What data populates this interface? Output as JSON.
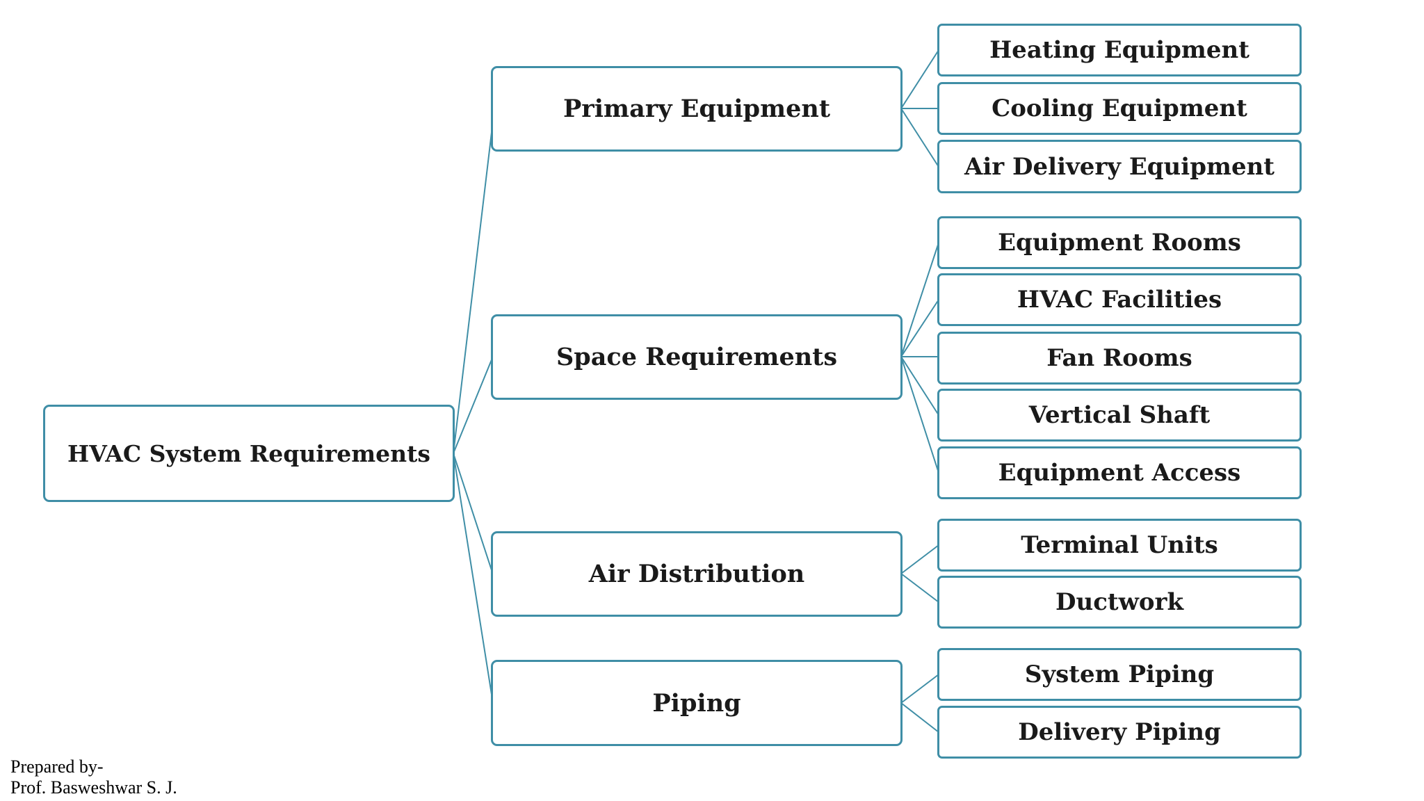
{
  "diagram": {
    "root": {
      "label": "HVAC System Requirements"
    },
    "categories": [
      {
        "label": "Primary Equipment",
        "items": [
          "Heating Equipment",
          "Cooling Equipment",
          "Air Delivery Equipment"
        ]
      },
      {
        "label": "Space Requirements",
        "items": [
          "Equipment Rooms",
          "HVAC Facilities",
          "Fan Rooms",
          "Vertical Shaft",
          "Equipment Access"
        ]
      },
      {
        "label": "Air Distribution",
        "items": [
          "Terminal Units",
          "Ductwork"
        ]
      },
      {
        "label": "Piping",
        "items": [
          "System Piping",
          "Delivery Piping"
        ]
      }
    ],
    "colors": {
      "border": "#3f8ea6",
      "connector": "#3f8ea6",
      "text": "#1a1a1a"
    }
  },
  "footer": {
    "line1": "Prepared by-",
    "line2": "Prof. Basweshwar S. J."
  }
}
